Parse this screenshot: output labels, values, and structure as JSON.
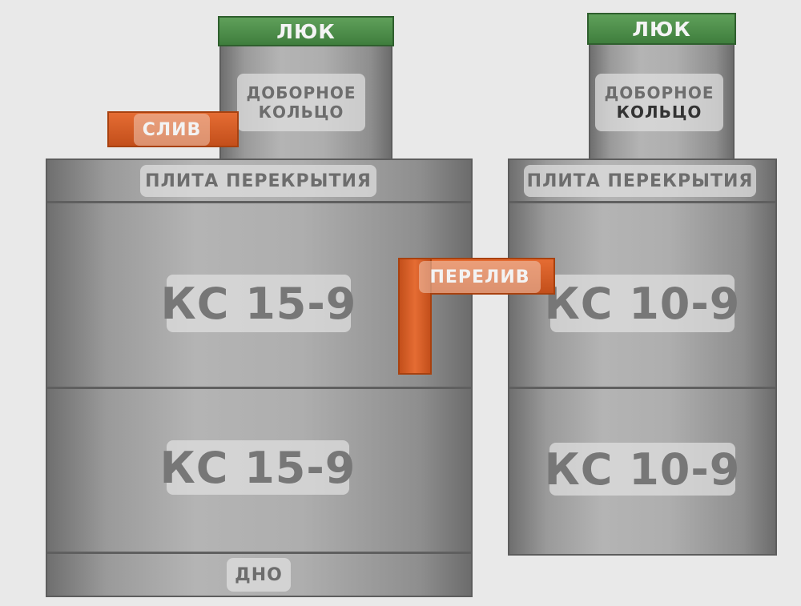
{
  "left_well": {
    "hatch": "ЛЮК",
    "extension_ring": {
      "line1": "ДОБОРНОЕ",
      "line2": "КОЛЬЦО"
    },
    "slab": "ПЛИТА ПЕРЕКРЫТИЯ",
    "drain": "СЛИВ",
    "ring_top": "КС 15-9",
    "ring_bottom": "КС 15-9",
    "bottom": "ДНО"
  },
  "overflow": "ПЕРЕЛИВ",
  "right_well": {
    "hatch": "ЛЮК",
    "extension_ring": {
      "line1": "ДОБОРНОЕ",
      "line2": "КОЛЬЦО"
    },
    "slab": "ПЛИТА ПЕРЕКРЫТИЯ",
    "ring_top": "КС 10-9",
    "ring_bottom": "КС 10-9"
  },
  "colors": {
    "concrete": "#a9a9a9",
    "hatch": "#4a8a47",
    "pipe": "#d65d26",
    "background": "#e9e9e9"
  }
}
